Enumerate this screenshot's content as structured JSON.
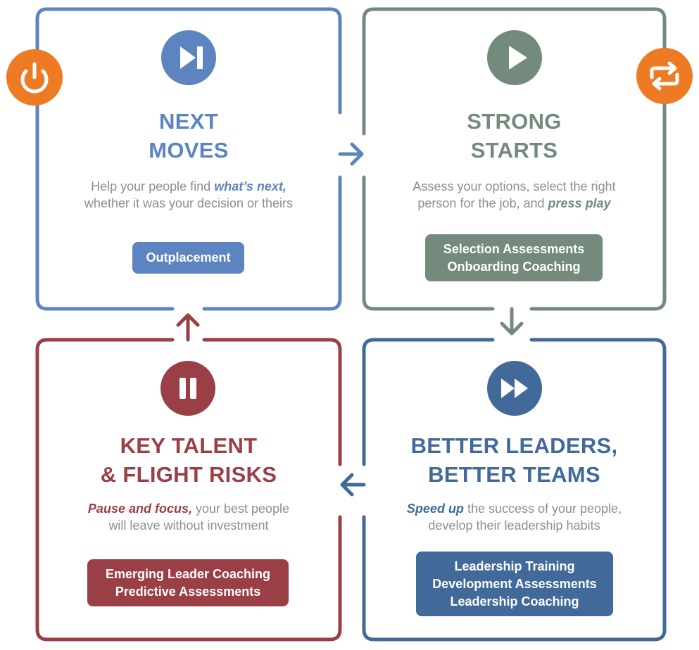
{
  "colors": {
    "next": "#5b84c1",
    "strong": "#738a7c",
    "key": "#9b3f47",
    "better": "#41699a",
    "badge": "#ee7a23"
  },
  "panels": {
    "next_moves": {
      "icon": "skip-next-icon",
      "title_line1": "NEXT",
      "title_line2": "MOVES",
      "desc_line1_plain": "Help your people find ",
      "desc_line1_emph": "what’s next,",
      "desc_line2": "whether it was your decision or theirs",
      "services": [
        "Outplacement"
      ]
    },
    "strong_starts": {
      "icon": "play-icon",
      "title_line1": "STRONG",
      "title_line2": "STARTS",
      "desc_line1": "Assess your options, select the right",
      "desc_line2_plain": "person for the job, and ",
      "desc_line2_emph": "press play",
      "services": [
        "Selection Assessments",
        "Onboarding Coaching"
      ]
    },
    "key_talent": {
      "icon": "pause-icon",
      "title_line1": "KEY TALENT",
      "title_line2": "& FLIGHT RISKS",
      "desc_line1_emph": "Pause and focus,",
      "desc_line1_plain": " your best people",
      "desc_line2": "will leave without investment",
      "services": [
        "Emerging Leader Coaching",
        "Predictive Assessments"
      ]
    },
    "better_leaders": {
      "icon": "fast-forward-icon",
      "title_line1": "BETTER LEADERS,",
      "title_line2": "BETTER TEAMS",
      "desc_line1_emph": "Speed up",
      "desc_line1_plain": " the success of your people,",
      "desc_line2": "develop their leadership habits",
      "services": [
        "Leadership Training",
        "Development Assessments",
        "Leadership Coaching"
      ]
    }
  },
  "badges": {
    "left": "power-icon",
    "right": "repeat-icon"
  }
}
